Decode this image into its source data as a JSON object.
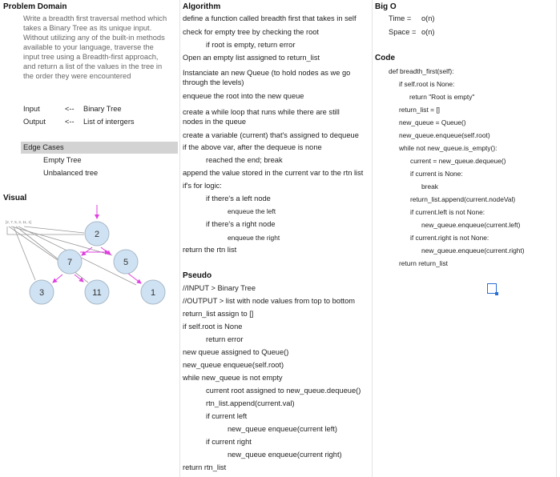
{
  "problem": {
    "heading": "Problem Domain",
    "description": [
      "Write a breadth first traversal method which",
      "takes a Binary Tree as its unique input.",
      "Without utilizing any of the built-in methods",
      "available to your language, traverse the",
      "input tree using a Breadth-first approach,",
      "and return a list of the values in the tree in",
      "the order they were encountered"
    ],
    "input_label": "Input",
    "input_arrow": "<--",
    "input_value": "Binary Tree",
    "output_label": "Output",
    "output_arrow": "<--",
    "output_value": "List of intergers",
    "edge_heading": "Edge Cases",
    "edge_items": [
      "Empty Tree",
      "Unbalanced tree"
    ],
    "visual_heading": "Visual"
  },
  "visual": {
    "list_label": "[2, 7, 5, 3, 11, 1]",
    "nodes": [
      "2",
      "7",
      "5",
      "3",
      "11",
      "1"
    ],
    "node_fill": "#cfe2f3",
    "node_stroke": "#a9b8c6",
    "arrow_color": "#e040e0"
  },
  "algorithm": {
    "heading": "Algorithm",
    "lines": [
      "define a function called breadth first that takes in self",
      "check for empty tree by checking the root",
      "if root is empty, return error",
      "Open an empty list assigned to return_list",
      "Instanciate an new Queue (to hold nodes as we go",
      "through the levels)",
      "enqueue the root into the new queue",
      "create a while loop that runs while there are still",
      "nodes in the queue",
      "create a variable (current) that's assigned to dequeue",
      "if the above var, after the dequeue is none",
      "reached the end; break",
      "append the value stored in the current var to the rtn list",
      "if's for logic:",
      "if there's a left node",
      "enqueue the left",
      "if there's a right node",
      "enqueue the right",
      "return the rtn list"
    ]
  },
  "pseudo": {
    "heading": "Pseudo",
    "lines": [
      "//INPUT > Binary Tree",
      "//OUTPUT > list with node values from top to bottom",
      "return_list assign to []",
      "if self.root is None",
      "return error",
      "new queue assigned to Queue()",
      "new_queue enqueue(self.root)",
      "while new_queue is not empty",
      "current root assigned to  new_queue.dequeue()",
      "rtn_list.append(current.val)",
      "if current left",
      "new_queue enqueue(current left)",
      "if current right",
      "new_queue enqueue(current right)",
      "return rtn_list"
    ]
  },
  "bigo": {
    "heading": "Big O",
    "time_label": "Time =",
    "time_value": "o(n)",
    "space_label": "Space =",
    "space_value": "o(n)"
  },
  "code": {
    "heading": "Code",
    "lines": [
      "def breadth_first(self):",
      "if self.root is None:",
      "return \"Root is empty\"",
      "return_list = []",
      "new_queue = Queue()",
      "new_queue.enqueue(self.root)",
      "while not new_queue.is_empty():",
      "current = new_queue.dequeue()",
      "if current is None:",
      "break",
      "return_list.append(current.nodeVal)",
      "if current.left is not None:",
      "new_queue.enqueue(current.left)",
      "if current.right is not None:",
      "new_queue.enqueue(current.right)",
      "return return_list"
    ]
  }
}
